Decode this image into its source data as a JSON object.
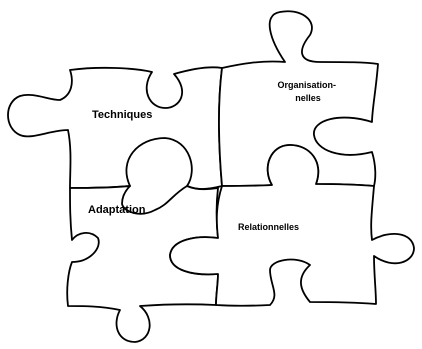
{
  "diagram": {
    "pieces": [
      {
        "id": "techniques",
        "label_lines": [
          "Techniques"
        ]
      },
      {
        "id": "organisationnelles",
        "label_lines": [
          "Organisation-",
          "nelles"
        ]
      },
      {
        "id": "adaptation",
        "label_lines": [
          "Adaptation"
        ]
      },
      {
        "id": "relationnelles",
        "label_lines": [
          "Relationnelles"
        ]
      }
    ]
  }
}
